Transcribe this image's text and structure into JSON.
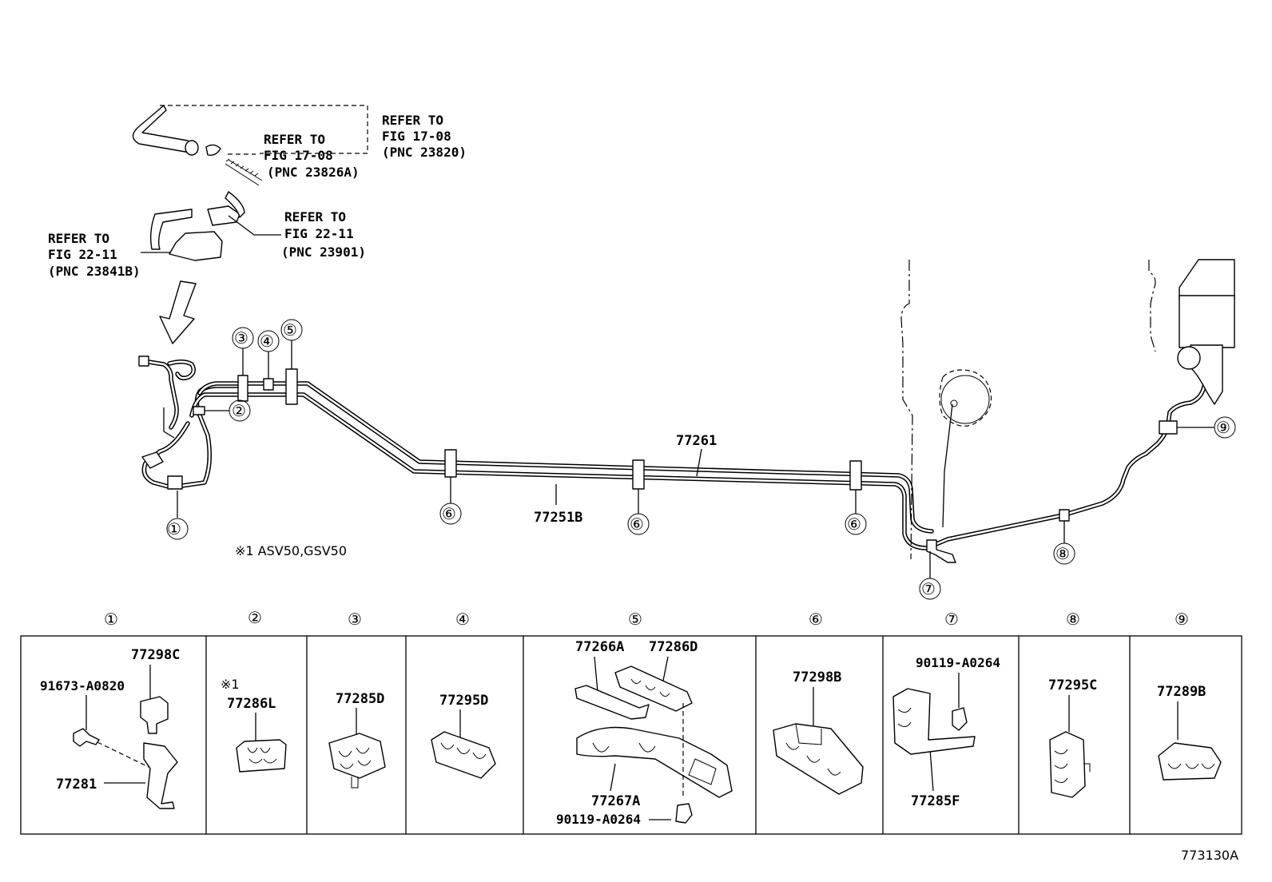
{
  "refs": {
    "pnc_23820": [
      "REFER TO",
      "FIG 17-08",
      "(PNC 23820)"
    ],
    "pnc_23826a": [
      "REFER TO",
      "FIG 17-08",
      "(PNC 23826A)"
    ],
    "pnc_23901": [
      "REFER TO",
      "FIG 22-11",
      "(PNC 23901)"
    ],
    "pnc_23841b": [
      "REFER TO",
      "FIG 22-11",
      "(PNC 23841B)"
    ]
  },
  "main_labels": {
    "tube_upper": "77261",
    "tube_lower": "77251B"
  },
  "callouts": [
    "①",
    "②",
    "③",
    "④",
    "⑤",
    "⑥",
    "⑦",
    "⑧",
    "⑨"
  ],
  "note": "※1 ASV50,GSV50",
  "detail_panels": [
    {
      "key": "1",
      "circle": "①",
      "parts": [
        "77298C",
        "91673-A0820",
        "77281"
      ]
    },
    {
      "key": "2",
      "circle": "②",
      "note": "※1",
      "parts": [
        "77286L"
      ]
    },
    {
      "key": "3",
      "circle": "③",
      "parts": [
        "77285D"
      ]
    },
    {
      "key": "4",
      "circle": "④",
      "parts": [
        "77295D"
      ]
    },
    {
      "key": "5",
      "circle": "⑤",
      "parts": [
        "77266A",
        "77286D",
        "77267A",
        "90119-A0264"
      ]
    },
    {
      "key": "6",
      "circle": "⑥",
      "parts": [
        "77298B"
      ]
    },
    {
      "key": "7",
      "circle": "⑦",
      "parts": [
        "90119-A0264",
        "77285F"
      ]
    },
    {
      "key": "8",
      "circle": "⑧",
      "parts": [
        "77295C"
      ]
    },
    {
      "key": "9",
      "circle": "⑨",
      "parts": [
        "77289B"
      ]
    }
  ],
  "figure_id": "773130A"
}
